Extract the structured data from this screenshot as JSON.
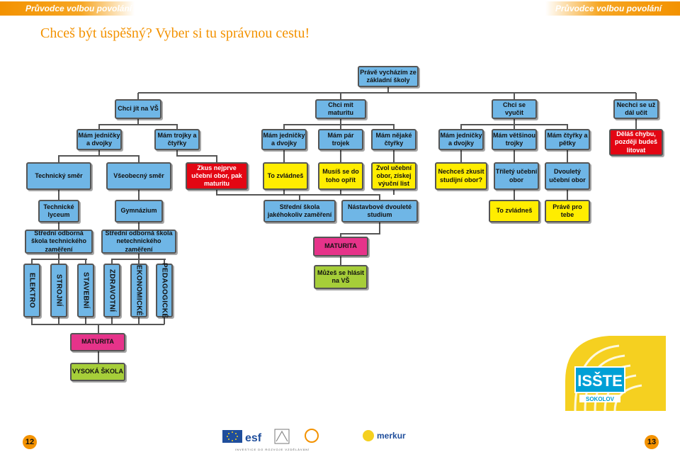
{
  "header": {
    "left": "Průvodce volbou povolání",
    "right": "Průvodce volbou povolání"
  },
  "title": "Chceš být úspěšný? Vyber si tu správnou cestu!",
  "diagram": {
    "root": "Právě vycházím ze základní školy",
    "level1": [
      "Chci jít na VŠ",
      "Chci mít maturitu",
      "Chci se vyučit",
      "Nechci se už dál učit"
    ],
    "level2": [
      "Mám jedničky a dvojky",
      "Mám trojky a čtyřky",
      "Mám jedničky a dvojky",
      "Mám pár trojek",
      "Mám nějaké čtyřky",
      "Mám jedničky a dvojky",
      "Mám většinou trojky",
      "Mám čtyřky a pětky",
      "Děláš chybu, později budeš litovat"
    ],
    "level3": [
      "Technický směr",
      "Všeobecný směr",
      "Zkus nejprve učební obor, pak maturitu",
      "To zvládneš",
      "Musíš se do toho opřít",
      "Zvol učební obor, získej výuční list",
      "Nechceš zkusit studijní obor?",
      "Tříletý učební obor",
      "Dvouletý učební obor"
    ],
    "level4": [
      "Technické lyceum",
      "Gymnázium",
      "Střední škola jakéhokoliv zaměření",
      "Nástavbové dvouleté studium",
      "To zvládneš",
      "Právě pro tebe"
    ],
    "level5": [
      "Střední odborná škola technického zaměření",
      "Střední odborná škola netechnického zaměření",
      "MATURITA"
    ],
    "fields": [
      "ELEKTRO",
      "STROJNÍ",
      "STAVEBNÍ",
      "ZDRAVOTNÍ",
      "EKONOMICKÉ",
      "PEDAGOGICKÉ"
    ],
    "vs_option": "Můžeš se hlásit na VŠ",
    "maturita_bottom": "MATURITA",
    "university": "VYSOKÁ ŠKOLA"
  },
  "page_numbers": {
    "left": "12",
    "right": "13"
  },
  "logos": {
    "isste": "ISŠTE",
    "isste_city": "SOKOLOV",
    "esf": "esf",
    "merkur": "merkur",
    "footer_caption": "INVESTICE DO ROZVOJE VZDĚLÁVÁNÍ"
  },
  "colors": {
    "accent": "#f39200",
    "blue": "#6fb6e6",
    "yellow": "#ffed00",
    "red": "#e30613",
    "green": "#a6ce39",
    "pink": "#e6338a"
  }
}
